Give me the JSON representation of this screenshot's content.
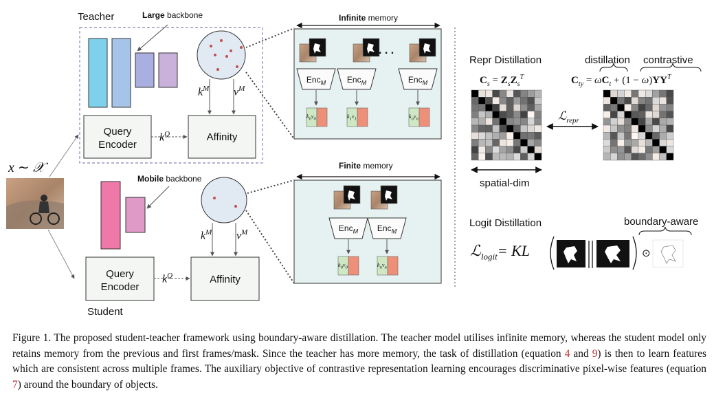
{
  "teacher": {
    "label": "Teacher",
    "backbone_bold": "Large",
    "backbone_rest": " backbone",
    "query_encoder": [
      "Query",
      "Encoder"
    ],
    "affinity": "Affinity",
    "kq": "k",
    "kq_sup": "Q",
    "km": "k",
    "km_sup": "M",
    "vm": "v",
    "vm_sup": "M"
  },
  "student": {
    "label": "Student",
    "backbone_bold": "Mobile",
    "backbone_rest": " backbone",
    "query_encoder": [
      "Query",
      "Encoder"
    ],
    "affinity": "Affinity",
    "kq": "k",
    "kq_sup": "Q",
    "km": "k",
    "km_sup": "M",
    "vm": "v",
    "vm_sup": "M"
  },
  "input": {
    "x": "x",
    "sim": "∼",
    "X": "𝒳"
  },
  "infinite_memory": {
    "bold": "Infinite",
    "rest": " memory",
    "encoders": [
      "Enc",
      "Enc",
      "Enc"
    ],
    "enc_sub": "M",
    "ellipsis": ". . .",
    "keys": [
      "k",
      "k",
      "k"
    ],
    "key_subs": [
      "0",
      "1",
      "n"
    ],
    "vals": [
      "v",
      "v",
      "v"
    ]
  },
  "finite_memory": {
    "bold": "Finite",
    "rest": " memory",
    "encoders": [
      "Enc",
      "Enc"
    ],
    "enc_sub": "M",
    "key_subs": [
      "0",
      "n"
    ]
  },
  "repr_distillation": {
    "title": "Repr Distillation",
    "cs_formula": "C_s = Z_s Z_s^T",
    "distillation": "distillation",
    "contrastive": "contrastive",
    "cty_formula": "C_ty = ωC_t + (1 − ω)YY^T",
    "loss": "ℒ",
    "loss_sub": "repr",
    "spatial_dim": "spatial-dim"
  },
  "logit_distillation": {
    "title": "Logit Distillation",
    "loss": "ℒ",
    "loss_sub": "logit",
    "kl": "= KL",
    "boundary_aware": "boundary-aware",
    "odot": "⊙"
  },
  "caption": {
    "p1": "Figure 1. The proposed student-teacher framework using boundary-aware distillation. The teacher model utilises infinite memory, whereas the student model only retains memory from the previous and first frames/mask. Since the teacher has more memory, the task of distillation (equation ",
    "ref1": "4",
    "p2": " and ",
    "ref2": "9",
    "p3": ") is then to learn features which are consistent across multiple frames. The auxiliary objective of contrastive representation learning encourages discriminative pixel-wise features (equation ",
    "ref3": "7",
    "p4": ") around the boundary of objects."
  },
  "colors": {
    "teacher_blocks": [
      "#7fd0ea",
      "#a6c4e8",
      "#a9afe0",
      "#c9b1dc"
    ],
    "student_blocks": [
      "#ee79a8",
      "#e09ac8"
    ],
    "memory_panel": "#e6f2f1",
    "key_green": "#cfe8c4",
    "val_red": "#ee8f79",
    "point_red": "#c0504d",
    "dashed_border": "#9a9ac0",
    "ref_red": "#c1272d"
  }
}
